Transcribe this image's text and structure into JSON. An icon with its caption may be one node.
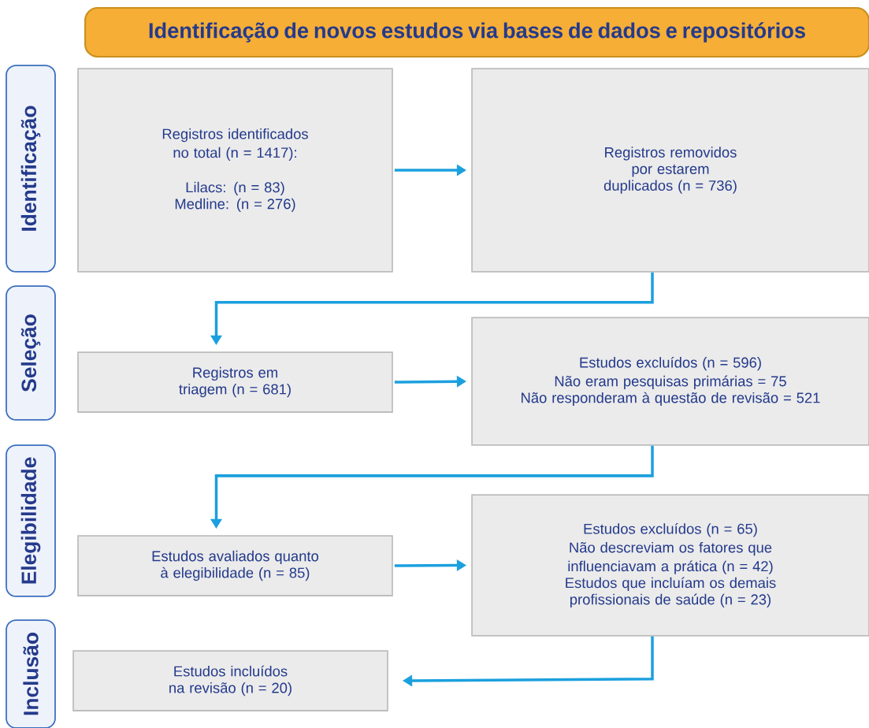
{
  "diagram": {
    "nodes": [
      {
        "text": [
          "Identificação de novos estudos via bases de dados e repositórios"
        ]
      },
      {
        "text": [
          "Identificação"
        ]
      },
      {
        "text": [
          "Seleção"
        ]
      },
      {
        "text": [
          "Elegibilidade"
        ]
      },
      {
        "text": [
          "Inclusão"
        ]
      },
      {
        "text": [
          "Registros identificados no total (n = 1417):",
          "Lilacs: (n = 83)",
          "Medline: (n = 276)"
        ]
      },
      {
        "text": [
          "Registros removidos por estarem duplicados (n = 736)"
        ]
      },
      {
        "text": [
          "Registros em triagem (n = 681)"
        ]
      },
      {
        "text": [
          "Estudos excluídos (n = 596)",
          "Não eram pesquisas primárias = 75",
          "Não responderam à questão de revisão = 521"
        ]
      },
      {
        "text": [
          "Estudos avaliados quanto à elegibilidade (n = 85)"
        ]
      },
      {
        "text": [
          "Estudos excluídos (n = 65)",
          "Não descreviam os fatores que influenciavam a prática (n = 42)",
          "Estudos que incluíam os demais profissionais de saúde (n = 23)"
        ]
      },
      {
        "text": [
          "Estudos incluídos na revisão (n = 20)"
        ]
      }
    ],
    "edges": [
      {
        "from": 5,
        "to": 6,
        "arrow": "to"
      },
      {
        "from": 6,
        "to": 7,
        "arrow": "to"
      },
      {
        "from": 7,
        "to": 8,
        "arrow": "to"
      },
      {
        "from": 8,
        "to": 9,
        "arrow": "to"
      },
      {
        "from": 9,
        "to": 10,
        "arrow": "to"
      },
      {
        "from": 10,
        "to": 11,
        "arrow": "to"
      }
    ]
  }
}
